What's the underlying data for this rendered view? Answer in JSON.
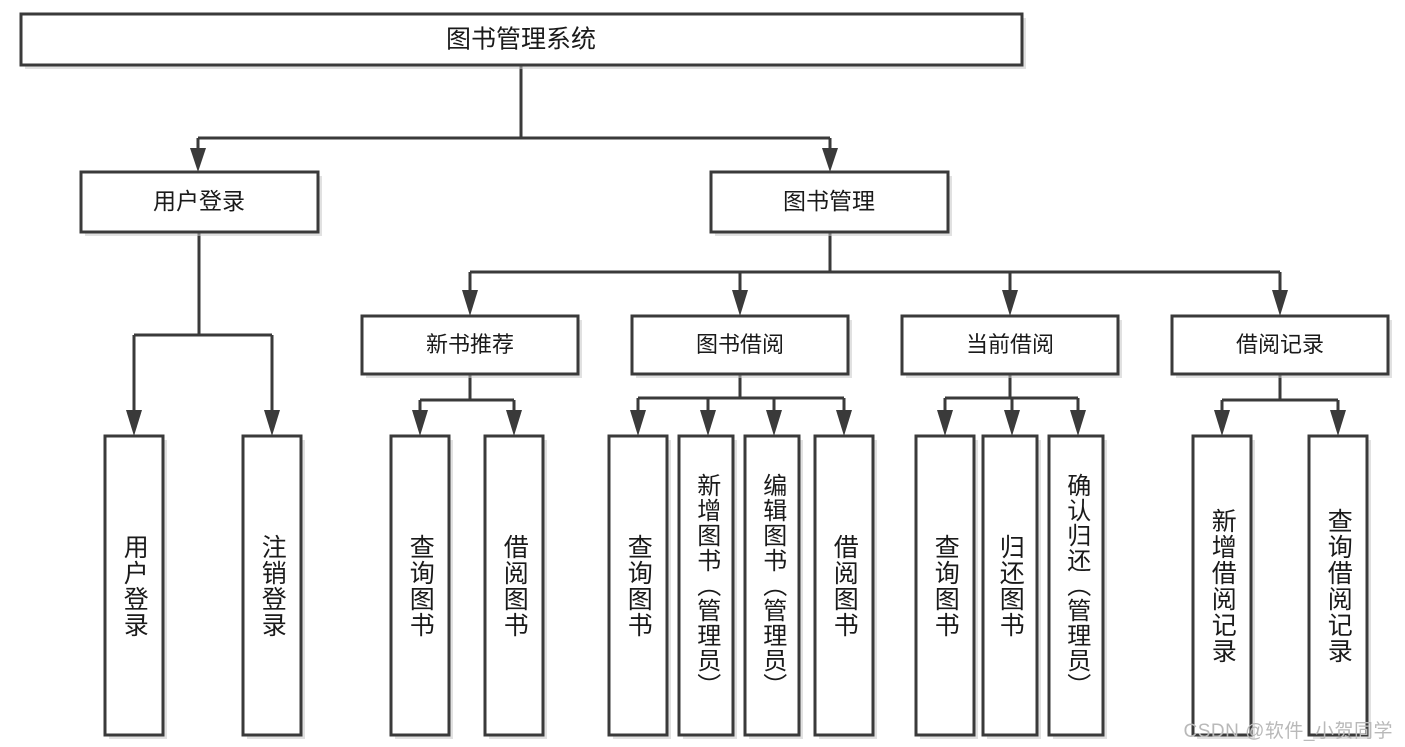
{
  "diagram": {
    "type": "hierarchy-tree",
    "title": "图书管理系统",
    "watermark": "CSDN @软件_小贺同学",
    "colors": {
      "stroke": "#3a3a3a",
      "fill": "#ffffff",
      "text": "#1a1a1a",
      "watermark": "#b9b9b9",
      "shadow": "#c8c8c8"
    },
    "root": {
      "label": "图书管理系统"
    },
    "level1": [
      {
        "label": "用户登录"
      },
      {
        "label": "图书管理"
      }
    ],
    "level2": [
      {
        "label": "新书推荐"
      },
      {
        "label": "图书借阅"
      },
      {
        "label": "当前借阅"
      },
      {
        "label": "借阅记录"
      }
    ],
    "leaves": {
      "user_login": [
        {
          "label": "用户登录"
        },
        {
          "label": "注销登录"
        }
      ],
      "new_book_recommend": [
        {
          "label": "查询图书"
        },
        {
          "label": "借阅图书"
        }
      ],
      "book_borrow": [
        {
          "label": "查询图书"
        },
        {
          "label": "新增图书（管理员）"
        },
        {
          "label": "编辑图书（管理员）"
        },
        {
          "label": "借阅图书"
        }
      ],
      "current_borrow": [
        {
          "label": "查询图书"
        },
        {
          "label": "归还图书"
        },
        {
          "label": "确认归还（管理员）"
        }
      ],
      "borrow_record": [
        {
          "label": "新增借阅记录"
        },
        {
          "label": "查询借阅记录"
        }
      ]
    }
  }
}
